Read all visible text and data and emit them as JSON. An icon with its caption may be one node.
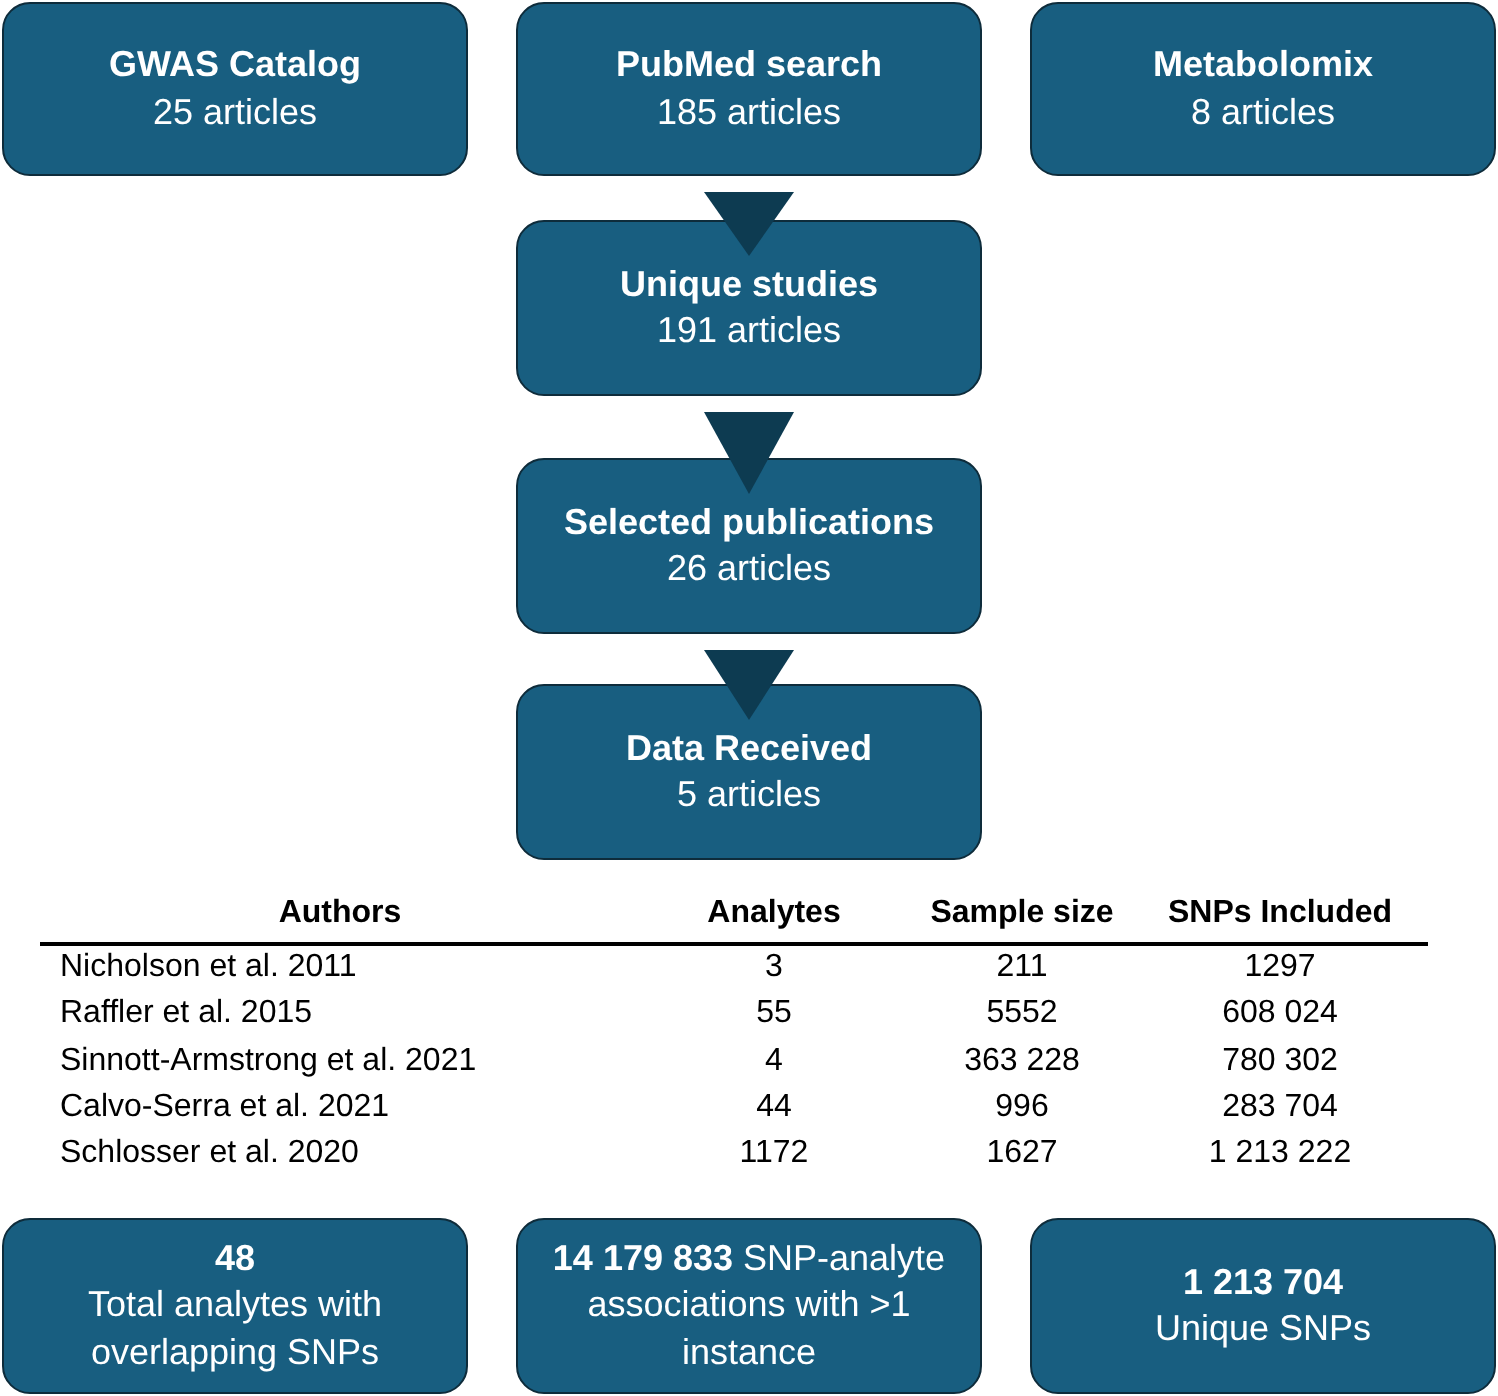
{
  "diagram": {
    "nodes": [
      {
        "text": [
          "GWAS Catalog",
          "25 articles"
        ]
      },
      {
        "text": [
          "PubMed search",
          "185 articles"
        ]
      },
      {
        "text": [
          "Metabolomix",
          "8 articles"
        ]
      },
      {
        "text": [
          "Unique studies",
          "191 articles"
        ]
      },
      {
        "text": [
          "Selected publications",
          "26 articles"
        ]
      },
      {
        "text": [
          "Data Received",
          "5 articles"
        ]
      },
      {
        "text": [
          "48",
          "Total analytes with overlapping SNPs"
        ]
      },
      {
        "text": [
          "**14 179 833** SNP-analyte associations with >1 instance"
        ]
      },
      {
        "text": [
          "1 213 704",
          "Unique SNPs"
        ]
      }
    ],
    "edges": [
      {
        "from": 1,
        "to": 3,
        "arrow": "to"
      },
      {
        "from": 3,
        "to": 4,
        "arrow": "to"
      },
      {
        "from": 4,
        "to": 5,
        "arrow": "to"
      }
    ],
    "labels": [
      "Authors",
      "Analytes",
      "Sample size",
      "SNPs Included",
      "Nicholson et al. 2011",
      "3",
      "211",
      "1297",
      "Raffler et al. 2015",
      "55",
      "5552",
      "608 024",
      "Sinnott-Armstrong et al. 2021",
      "4",
      "363 228",
      "780 302",
      "Calvo-Serra et al. 2021",
      "44",
      "996",
      "283 704",
      "Schlosser et al. 2020",
      "1172",
      "1627",
      "1 213 222"
    ]
  }
}
